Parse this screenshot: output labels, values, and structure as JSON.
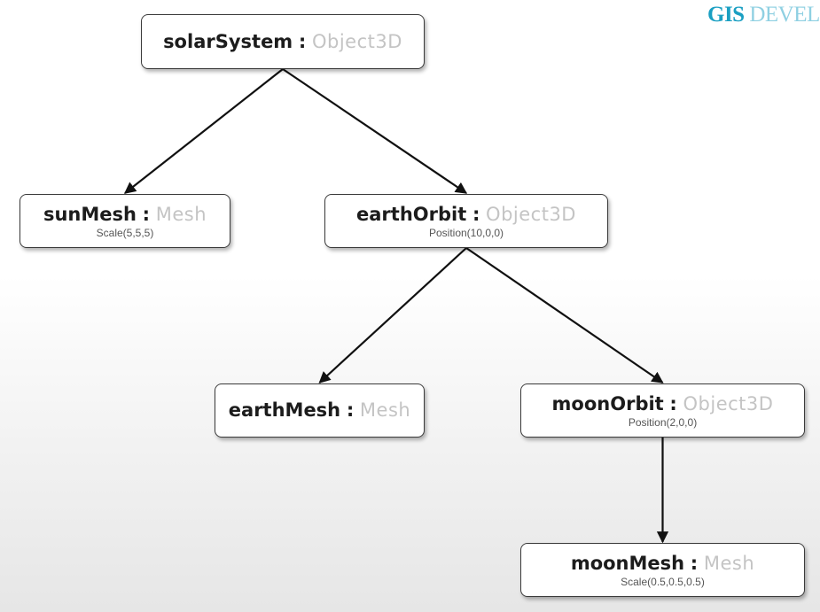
{
  "watermark": {
    "part1": "GIS",
    "part2": "DEVELOPER"
  },
  "nodes": {
    "solarSystem": {
      "name": "solarSystem",
      "separator": ":",
      "type": "Object3D",
      "detail": ""
    },
    "sunMesh": {
      "name": "sunMesh",
      "separator": ":",
      "type": "Mesh",
      "detail": "Scale(5,5,5)"
    },
    "earthOrbit": {
      "name": "earthOrbit",
      "separator": ":",
      "type": "Object3D",
      "detail": "Position(10,0,0)"
    },
    "earthMesh": {
      "name": "earthMesh",
      "separator": ":",
      "type": "Mesh",
      "detail": ""
    },
    "moonOrbit": {
      "name": "moonOrbit",
      "separator": ":",
      "type": "Object3D",
      "detail": "Position(2,0,0)"
    },
    "moonMesh": {
      "name": "moonMesh",
      "separator": ":",
      "type": "Mesh",
      "detail": "Scale(0.5,0.5,0.5)"
    }
  },
  "edges": [
    {
      "from": "solarSystem",
      "to": "sunMesh"
    },
    {
      "from": "solarSystem",
      "to": "earthOrbit"
    },
    {
      "from": "earthOrbit",
      "to": "earthMesh"
    },
    {
      "from": "earthOrbit",
      "to": "moonOrbit"
    },
    {
      "from": "moonOrbit",
      "to": "moonMesh"
    }
  ],
  "colors": {
    "line": "#111111",
    "border": "#3a3a3a",
    "type_text": "#c4c4c4",
    "watermark": "#1a9fc2"
  }
}
